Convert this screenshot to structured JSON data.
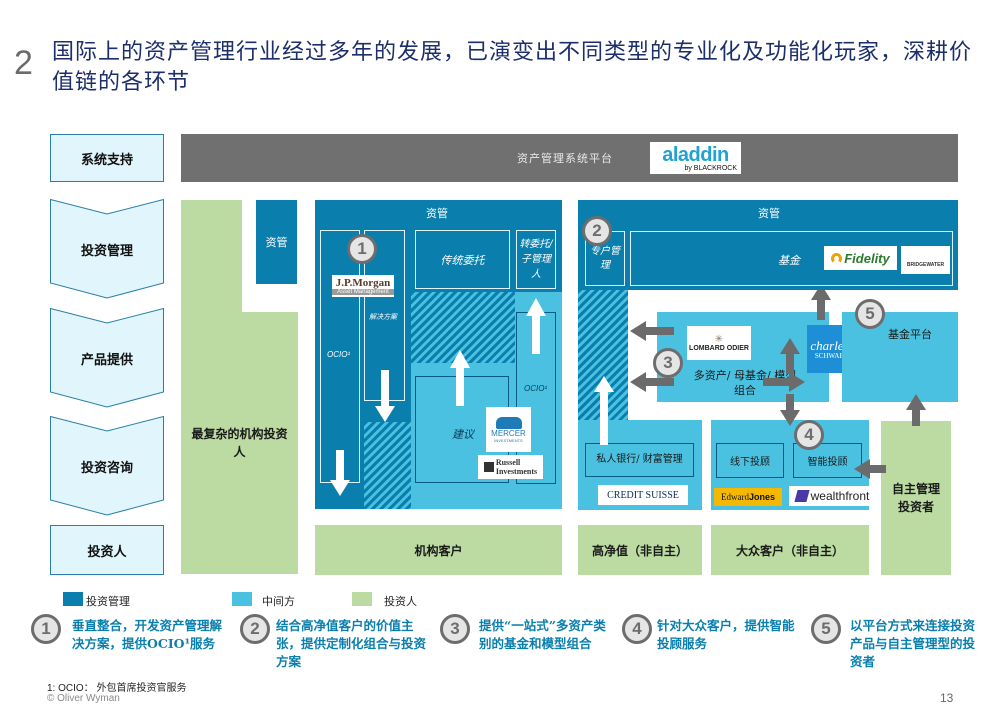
{
  "header": {
    "number": "2",
    "title": "国际上的资产管理行业经过多年的发展，已演变出不同类型的专业化及功能化玩家，深耕价值链的各环节"
  },
  "stages": [
    {
      "label": "系统支持"
    },
    {
      "label": "投资管理"
    },
    {
      "label": "产品提供"
    },
    {
      "label": "投资咨询"
    },
    {
      "label": "投资人"
    }
  ],
  "system_platform": {
    "label": "资产管理系统平台",
    "logo": {
      "name": "aladdin",
      "sub": "by BLACKROCK"
    }
  },
  "institutional": {
    "complex_investor": "最复杂的机构投资人",
    "small_asset_mgmt": "资管",
    "asset_mgmt_header": "资管",
    "ocio": "OCIO¹",
    "solution": "解决方案",
    "traditional_mandate": "传统委托",
    "sub_advisor": "转委托/子管理人",
    "advice": "建议",
    "ocio_right": "OCIO¹",
    "jpmorgan": {
      "name": "J.P.Morgan",
      "sub": "Asset Management"
    },
    "mercer": {
      "name": "MERCER",
      "sub": "INVESTMENTS"
    },
    "russell": {
      "name": "Russell",
      "sub": "Investments"
    },
    "client": "机构客户"
  },
  "retail": {
    "asset_mgmt_header": "资管",
    "account_mgmt": "专户管理",
    "fund": "基金",
    "fidelity": "Fidelity",
    "bridgewater": "BRIDGEWATER",
    "fund_platform": "基金平台",
    "multi_asset": "多资产/ 母基金/ 模型组合",
    "lombard": "LOMBARD ODIER",
    "schwab": {
      "name": "charles",
      "sub": "SCHWAB"
    },
    "private_bank": "私人银行/ 财富管理",
    "credit_suisse": "CREDIT SUISSE",
    "offline_advisor": "线下投顾",
    "robo_advisor": "智能投顾",
    "edward_jones": {
      "a": "Edward",
      "b": "Jones"
    },
    "wealthfront": "wealthfront",
    "self_directed": "自主管理投资者",
    "hnw_client": "高净值（非自主）",
    "mass_client": "大众客户（非自主）"
  },
  "callouts": [
    "1",
    "2",
    "3",
    "4",
    "5"
  ],
  "legend": [
    {
      "label": "投资管理",
      "color": "#0a7fad"
    },
    {
      "label": "中间方",
      "color": "#4ac1e0"
    },
    {
      "label": "投资人",
      "color": "#bcdba2"
    }
  ],
  "notes": [
    {
      "num": "1",
      "text": "垂直整合，开发资产管理解决方案，提供OCIO¹服务"
    },
    {
      "num": "2",
      "text": "结合高净值客户的价值主张，提供定制化组合与投资方案"
    },
    {
      "num": "3",
      "text": "提供“一站式”多资产类别的基金和模型组合"
    },
    {
      "num": "4",
      "text": "针对大众客户，提供智能投顾服务"
    },
    {
      "num": "5",
      "text": "以平台方式来连接投资产品与自主管理型的投资者"
    }
  ],
  "footer": {
    "footnote": "1: OCIO：  外包首席投资官服务",
    "copyright": "© Oliver Wyman",
    "page": "13"
  }
}
